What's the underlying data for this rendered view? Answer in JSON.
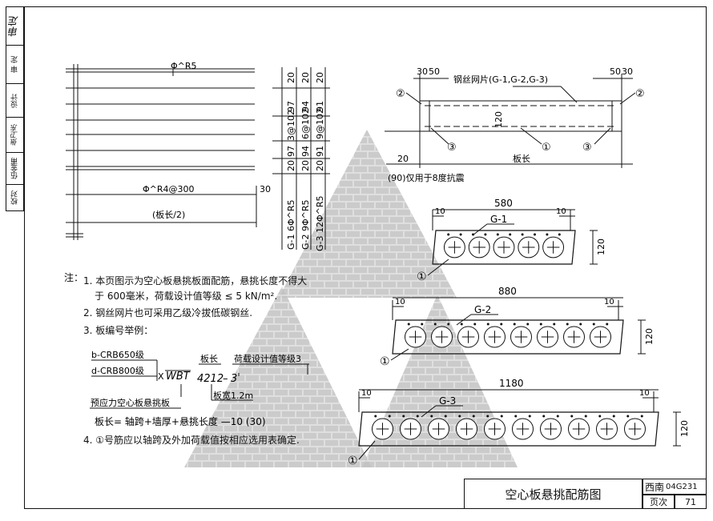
{
  "side_strip": {
    "signature": "审定",
    "labels": [
      "审 定",
      "设计",
      "校对"
    ],
    "names": [
      "伍金甫",
      "张卫东",
      "李建"
    ]
  },
  "mesh_plan": {
    "top_bar": "Φ^R5",
    "bottom_bar": "Φ^R4@300",
    "span_note": "(板长/2)",
    "dim_30": "30"
  },
  "mesh_table": {
    "columns": [
      {
        "id": "G-1",
        "label": "G-1  6Φ^R5",
        "segments": [
          "20",
          "97",
          "3@102",
          "97",
          "20"
        ]
      },
      {
        "id": "G-2",
        "label": "G-2  9Φ^R5",
        "segments": [
          "20",
          "94",
          "6@102",
          "94",
          "20"
        ]
      },
      {
        "id": "G-3",
        "label": "G-3  12Φ^R5",
        "segments": [
          "20",
          "91",
          "9@102",
          "91",
          "20"
        ]
      }
    ]
  },
  "section_top": {
    "mesh_label": "钢丝网片(G-1,G-2,G-3)",
    "left_dims": [
      "30",
      "50"
    ],
    "right_dims": [
      "50",
      "30"
    ],
    "height": "120",
    "bottom_left": "20",
    "length_label": "板长",
    "seismic_note": "(90)仅用于8度抗震",
    "markers": [
      "②",
      "②",
      "③",
      "①",
      "③"
    ]
  },
  "panels": [
    {
      "id": "G-1",
      "width": "580",
      "edge_left": "10",
      "edge_right": "10",
      "height": "120",
      "holes": 5,
      "marker": "①"
    },
    {
      "id": "G-2",
      "width": "880",
      "edge_left": "10",
      "edge_right": "10",
      "height": "120",
      "holes": 8,
      "marker": "①"
    },
    {
      "id": "G-3",
      "width": "1180",
      "edge_left": "10",
      "edge_right": "10",
      "height": "120",
      "holes": 10,
      "marker": "①"
    }
  ],
  "notes": {
    "prefix": "注：",
    "n1a": "1. 本页图示为空心板悬挑板面配筋，悬挑长度不得大",
    "n1b": "于 600毫米，荷载设计值等级 ≤ 5 kN/m².",
    "n2": "2. 钢丝网片也可采用乙级冷拔低碳钢丝.",
    "n3": "3. 板编号举例：",
    "n4": "4. ①号筋应以轴跨及外加荷载值按相应选用表确定."
  },
  "example": {
    "b_steel": "b-CRB650级",
    "d_steel": "d-CRB800级",
    "x_mark": "X",
    "code": "WBT",
    "number": "4212",
    "dash": "–",
    "grade": "3",
    "len_label": "板长",
    "load_label": "荷载设计值等级3",
    "width_label": "板宽1.2m",
    "type_label": "预应力空心板悬挑板",
    "formula": "板长= 轴跨+墙厚+悬挑长度 —10 (30)"
  },
  "title_block": {
    "title": "空心板悬挑配筋图",
    "atlas": "西南",
    "atlas_code": "04G231",
    "page_label": "页次",
    "page_no": "71"
  }
}
